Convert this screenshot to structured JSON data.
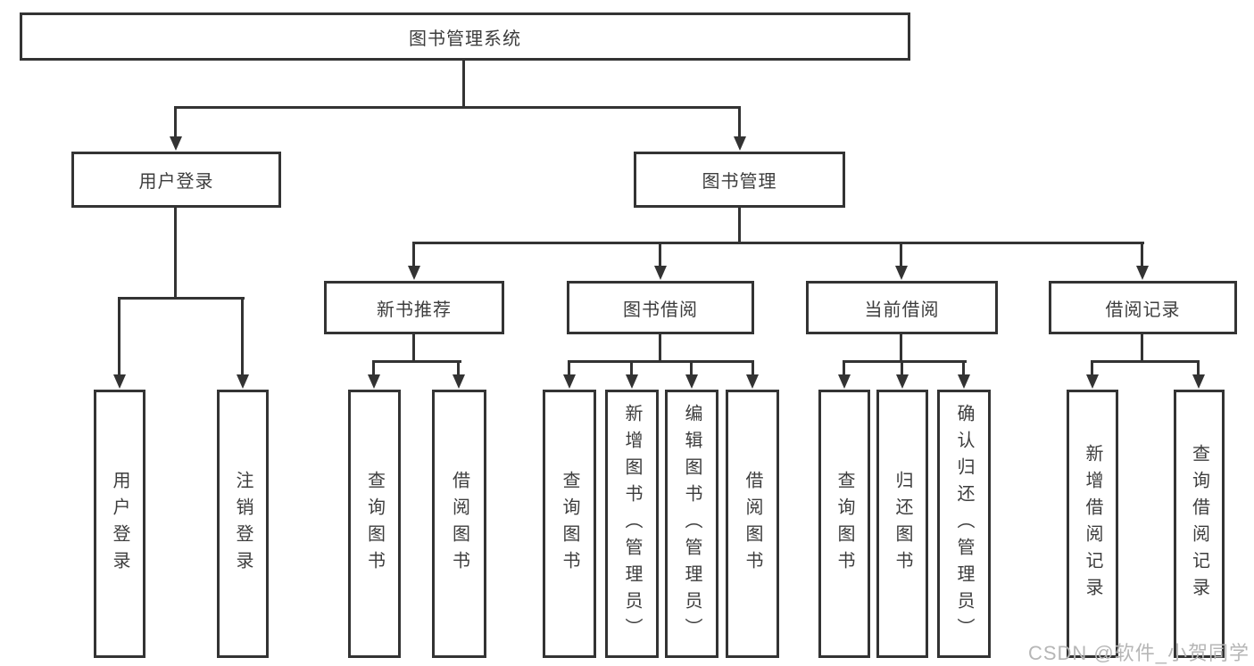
{
  "diagram": {
    "root": {
      "label": "图书管理系统"
    },
    "branches": [
      {
        "label": "用户登录",
        "children": [
          {
            "label": "用户登录"
          },
          {
            "label": "注销登录"
          }
        ]
      },
      {
        "label": "图书管理",
        "children": [
          {
            "label": "新书推荐",
            "children": [
              {
                "label": "查询图书"
              },
              {
                "label": "借阅图书"
              }
            ]
          },
          {
            "label": "图书借阅",
            "children": [
              {
                "label": "查询图书"
              },
              {
                "label": "新增图书（管理员）"
              },
              {
                "label": "编辑图书（管理员）"
              },
              {
                "label": "借阅图书"
              }
            ]
          },
          {
            "label": "当前借阅",
            "children": [
              {
                "label": "查询图书"
              },
              {
                "label": "归还图书"
              },
              {
                "label": "确认归还（管理员）"
              }
            ]
          },
          {
            "label": "借阅记录",
            "children": [
              {
                "label": "新增借阅记录"
              },
              {
                "label": "查询借阅记录"
              }
            ]
          }
        ]
      }
    ]
  },
  "colors": {
    "line": "#333333",
    "text": "#3d3d3d",
    "background": "#ffffff",
    "watermark": "#b6b6b6"
  },
  "watermark": {
    "text": "CSDN @软件_小贺同学"
  }
}
